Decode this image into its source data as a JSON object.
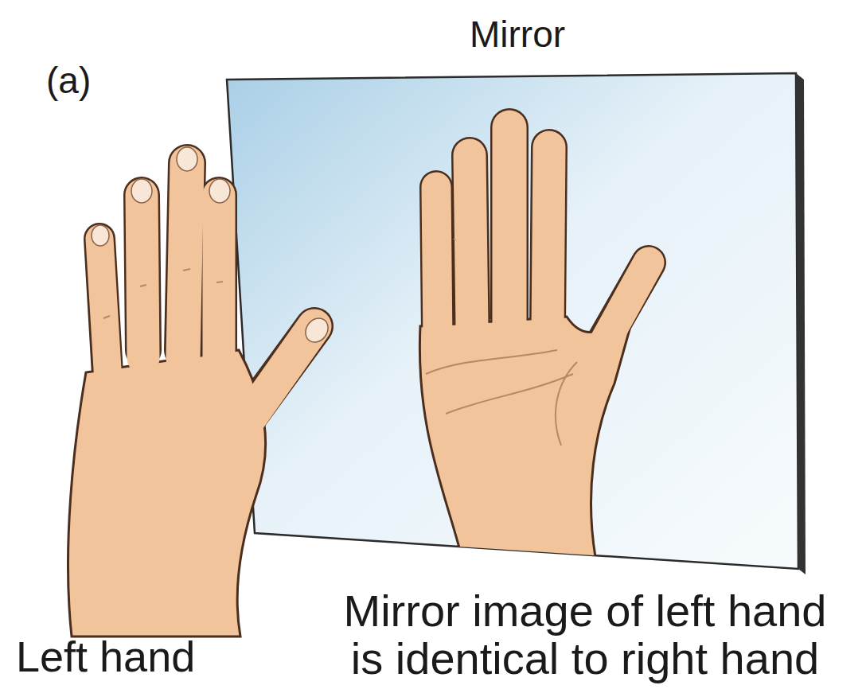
{
  "diagram": {
    "labels": [
      "(a)",
      "Mirror",
      "Left hand",
      "Mirror image of left hand is identical to right hand"
    ]
  }
}
